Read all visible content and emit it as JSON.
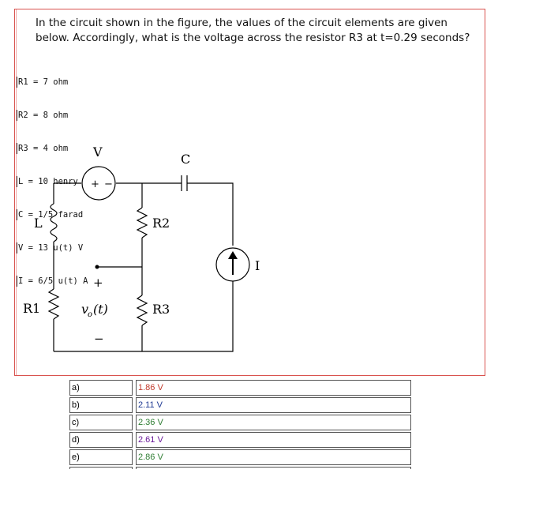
{
  "question": "In the circuit shown in the figure, the values of the circuit elements are given below. Accordingly, what is the voltage across the resistor R3 at t=0.29 seconds?",
  "parameters": [
    "R1 = 7 ohm",
    "R2 = 8 ohm",
    "R3 = 4 ohm",
    "L = 10 henry",
    "C = 1/5 farad",
    "V = 13 u(t) V",
    "I = 6/5 u(t) A"
  ],
  "circuit": {
    "labels": {
      "V": "V",
      "C": "C",
      "L": "L",
      "R1": "R1",
      "R2": "R2",
      "R3": "R3",
      "I": "I",
      "plus": "+",
      "minus": "−",
      "vo": "v",
      "vo_sub": "o",
      "vo_arg": "(t)",
      "vs_plus": "+",
      "vs_minus": "−"
    }
  },
  "options": [
    {
      "letter": "a)",
      "value": "1.86 V",
      "color": "#c0392b"
    },
    {
      "letter": "b)",
      "value": "2.11 V",
      "color": "#1f3a93"
    },
    {
      "letter": "c)",
      "value": "2.36 V",
      "color": "#2e7d32"
    },
    {
      "letter": "d)",
      "value": "2.61 V",
      "color": "#6a1b9a"
    },
    {
      "letter": "e)",
      "value": "2.86 V",
      "color": "#2e7d32"
    }
  ]
}
